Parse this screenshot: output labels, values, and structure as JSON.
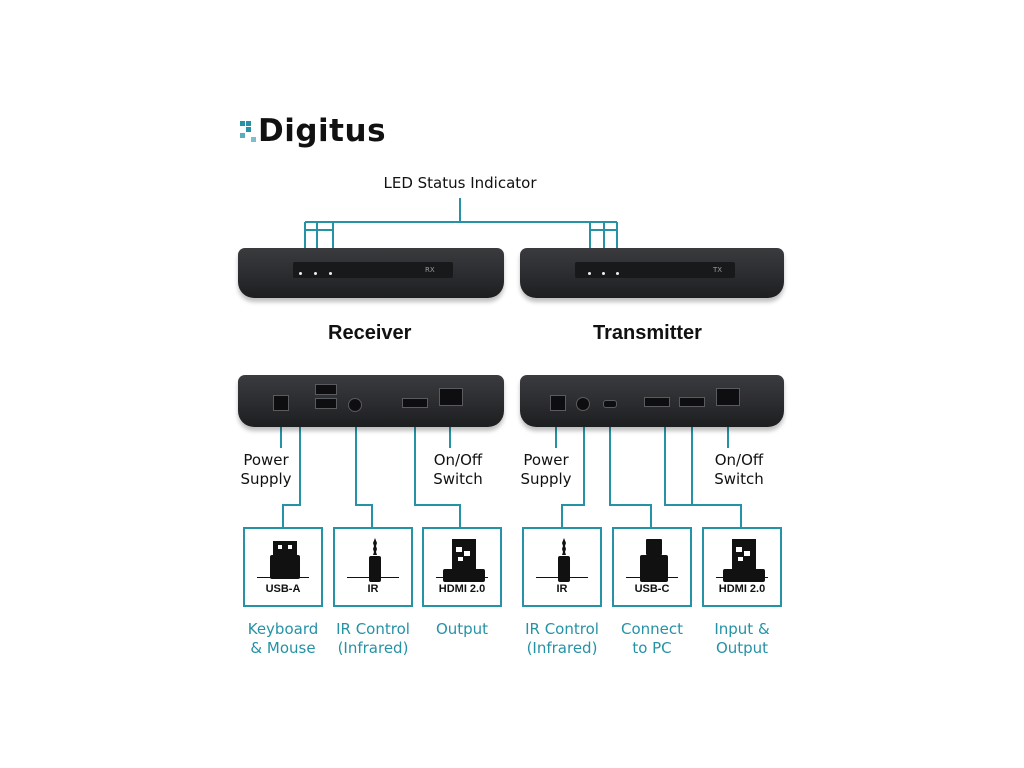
{
  "brand": {
    "name": "Digitus",
    "colors": {
      "accent": "#2592a6",
      "logo_text": "#1a1a1a",
      "device": "#2b2c2f",
      "line": "#2592a6"
    }
  },
  "led_indicator": {
    "label": "LED Status Indicator"
  },
  "receiver": {
    "title": "Receiver",
    "panel_label": "RX",
    "power_label": "Power\nSupply",
    "switch_label": "On/Off\nSwitch",
    "ports": [
      {
        "label": "USB-A",
        "icon": "usb-a-icon",
        "description": "Keyboard\n& Mouse"
      },
      {
        "label": "IR",
        "icon": "audio-jack-icon",
        "description": "IR Control\n(Infrared)"
      },
      {
        "label": "HDMI 2.0",
        "icon": "hdmi-icon",
        "description": "Output"
      }
    ]
  },
  "transmitter": {
    "title": "Transmitter",
    "panel_label": "TX",
    "power_label": "Power\nSupply",
    "switch_label": "On/Off\nSwitch",
    "ports": [
      {
        "label": "IR",
        "icon": "audio-jack-icon",
        "description": "IR Control\n(Infrared)"
      },
      {
        "label": "USB-C",
        "icon": "usb-c-icon",
        "description": "Connect\nto PC"
      },
      {
        "label": "HDMI 2.0",
        "icon": "hdmi-icon",
        "description": "Input &\nOutput"
      }
    ]
  }
}
